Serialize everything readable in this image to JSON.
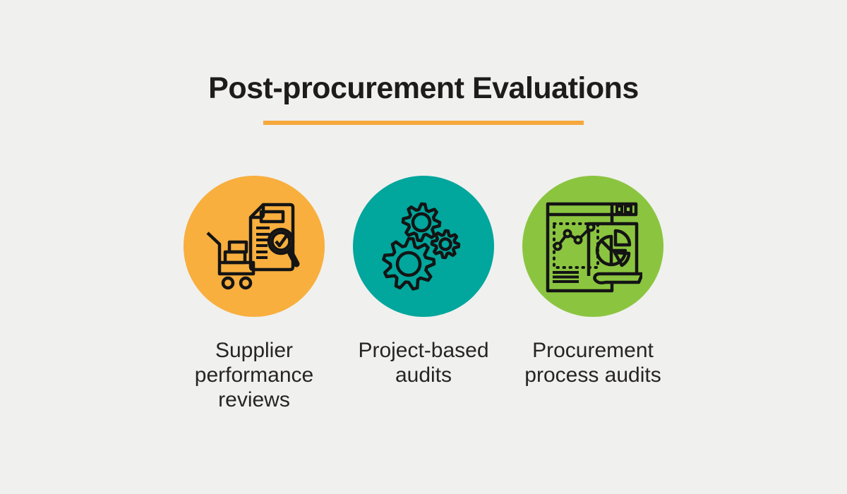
{
  "background_color": "#F0F0EE",
  "title": {
    "text": "Post-procurement Evaluations",
    "color": "#1D1C1A",
    "underline_color": "#F6A83C"
  },
  "label_color": "#262524",
  "items": [
    {
      "label_lines": [
        "Supplier",
        "performance",
        "reviews"
      ],
      "circle_color": "#F8AF3E",
      "icon": "supplier-performance-review-icon"
    },
    {
      "label_lines": [
        "Project-based",
        "audits"
      ],
      "circle_color": "#01A69C",
      "icon": "gears-icon"
    },
    {
      "label_lines": [
        "Procurement",
        "process audits"
      ],
      "circle_color": "#8BC540",
      "icon": "procurement-report-icon"
    }
  ]
}
